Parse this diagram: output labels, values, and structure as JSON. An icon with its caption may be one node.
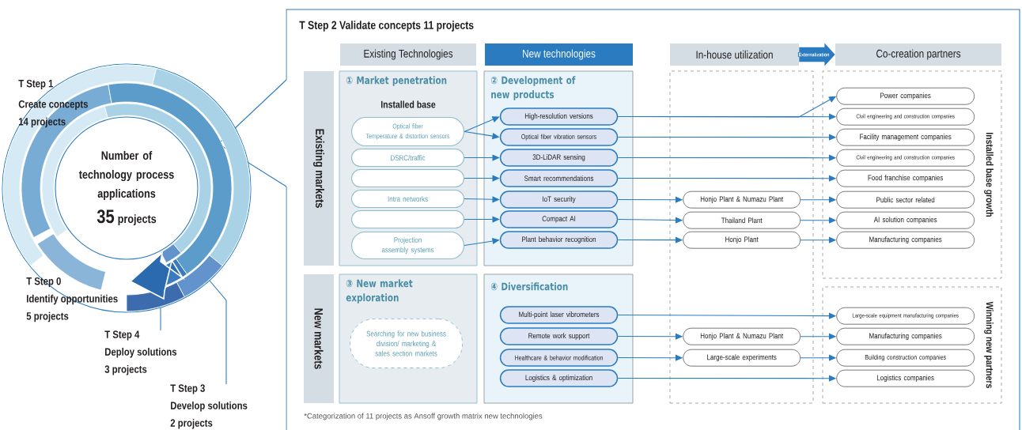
{
  "diagram": {
    "nodes": [
      {
        "text": [
          "Number of technology process applications",
          "35",
          "projects"
        ]
      },
      {
        "text": [
          "T Step 4",
          "Deploy solutions",
          "3 projects"
        ]
      },
      {
        "text": [
          "T Step 3",
          "Develop solutions",
          "2 projects"
        ]
      },
      {
        "text": [
          "T Step 2 Validate concepts 11 projects"
        ]
      },
      {
        "text": [
          "Existing Technologies"
        ],
        "in": 3
      },
      {
        "text": [
          "New technologies"
        ],
        "in": 3
      },
      {
        "text": [
          "In-house utilization"
        ],
        "in": 3
      },
      {
        "text": [
          "Co-creation partners"
        ],
        "in": 3
      },
      {
        "text": [
          "Existing markets"
        ],
        "in": 3
      },
      {
        "text": [
          "New markets"
        ],
        "in": 3
      },
      {
        "text": [
          "① Market penetration",
          "Installed base"
        ],
        "in": 3
      },
      {
        "text": [
          "② Development of new products"
        ],
        "in": 3
      },
      {
        "text": [
          "③ New market exploration"
        ],
        "in": 3
      },
      {
        "text": [
          "④ Diversification"
        ],
        "in": 3
      },
      {
        "text": [],
        "shape": "box",
        "in": 3
      },
      {
        "text": [
          "Installed base growth"
        ],
        "in": 3
      },
      {
        "text": [
          "Winning new partners"
        ],
        "in": 3
      },
      {
        "text": [
          "Optical fiber",
          "Temperature & distortion sensors"
        ],
        "in": 10
      },
      {
        "text": [
          "DSRC/traffic"
        ],
        "in": 10
      },
      {
        "text": [],
        "shape": "box",
        "in": 10
      },
      {
        "text": [
          "Intra networks"
        ],
        "in": 10
      },
      {
        "text": [],
        "shape": "box",
        "in": 10
      },
      {
        "text": [
          "Projection",
          "assembly systems"
        ],
        "in": 10
      },
      {
        "text": [
          "High-resolution versions"
        ],
        "in": 11
      },
      {
        "text": [
          "Optical fiber vibration sensors"
        ],
        "in": 11
      },
      {
        "text": [
          "3D-LiDAR sensing"
        ],
        "in": 11
      },
      {
        "text": [
          "Smart recommendations"
        ],
        "in": 11
      },
      {
        "text": [
          "IoT security"
        ],
        "in": 11
      },
      {
        "text": [
          "Compact AI"
        ],
        "in": 11
      },
      {
        "text": [
          "Plant behavior recognition"
        ],
        "in": 11
      },
      {
        "text": [
          "Searching for new business division/ marketing & sales section markets"
        ],
        "in": 12
      },
      {
        "text": [
          "Multi-point laser vibrometers"
        ],
        "in": 13
      },
      {
        "text": [
          "Remote work support"
        ],
        "in": 13
      },
      {
        "text": [
          "Healthcare & behavior modification"
        ],
        "in": 13
      },
      {
        "text": [
          "Logistics & optimization"
        ],
        "in": 13
      },
      {
        "text": [
          "Honjo Plant & Numazu Plant"
        ],
        "in": 14
      },
      {
        "text": [
          "Thailand Plant"
        ],
        "in": 14
      },
      {
        "text": [
          "Honjo Plant"
        ],
        "in": 14
      },
      {
        "text": [
          "Honjo Plant & Numazu Plant"
        ],
        "in": 14
      },
      {
        "text": [
          "Large-scale experiments"
        ],
        "in": 14
      },
      {
        "text": [
          "Power companies"
        ],
        "in": 15
      },
      {
        "text": [
          "Civil engineering and construction companies"
        ],
        "in": 15
      },
      {
        "text": [
          "Facility management companies"
        ],
        "in": 15
      },
      {
        "text": [
          "Civil engineering and construction companies"
        ],
        "in": 15
      },
      {
        "text": [
          "Food franchise companies"
        ],
        "in": 15
      },
      {
        "text": [
          "Public sector related"
        ],
        "in": 15
      },
      {
        "text": [
          "AI solution companies"
        ],
        "in": 15
      },
      {
        "text": [
          "Manufacturing companies"
        ],
        "in": 15
      },
      {
        "text": [
          "Large-scale equipment manufacturing companies"
        ],
        "in": 16
      },
      {
        "text": [
          "Manufacturing companies"
        ],
        "in": 16
      },
      {
        "text": [
          "Building construction companies"
        ],
        "in": 16
      },
      {
        "text": [
          "Logistics companies"
        ],
        "in": 16
      }
    ],
    "edges": [
      {
        "from": 17,
        "to": 23,
        "arrow": "to"
      },
      {
        "from": 17,
        "to": 24,
        "arrow": "to"
      },
      {
        "from": 18,
        "to": 25,
        "arrow": "to"
      },
      {
        "from": 19,
        "to": 26,
        "arrow": "to"
      },
      {
        "from": 20,
        "to": 27,
        "arrow": "to"
      },
      {
        "from": 21,
        "to": 28,
        "arrow": "to"
      },
      {
        "from": 22,
        "to": 29,
        "arrow": "to"
      },
      {
        "from": 23,
        "to": 40,
        "arrow": "to"
      },
      {
        "from": 23,
        "to": 41,
        "arrow": "to"
      },
      {
        "from": 24,
        "to": 42,
        "arrow": "to"
      },
      {
        "from": 25,
        "to": 43,
        "arrow": "to"
      },
      {
        "from": 26,
        "to": 44,
        "arrow": "to"
      },
      {
        "from": 27,
        "to": 35,
        "arrow": "to"
      },
      {
        "from": 35,
        "to": 45,
        "arrow": "to"
      },
      {
        "from": 28,
        "to": 36,
        "arrow": "to"
      },
      {
        "from": 36,
        "to": 46,
        "arrow": "to"
      },
      {
        "from": 29,
        "to": 37,
        "arrow": "to"
      },
      {
        "from": 37,
        "to": 47,
        "arrow": "to"
      },
      {
        "from": 31,
        "to": 48,
        "arrow": "to"
      },
      {
        "from": 32,
        "to": 38,
        "arrow": "to"
      },
      {
        "from": 38,
        "to": 49,
        "arrow": "to"
      },
      {
        "from": 33,
        "to": 39,
        "arrow": "to"
      },
      {
        "from": 39,
        "to": 50,
        "arrow": "to"
      },
      {
        "from": 34,
        "to": 51,
        "arrow": "to"
      },
      {
        "from": 1,
        "to": 0,
        "arrow": "none"
      },
      {
        "from": 2,
        "to": 0,
        "arrow": "none"
      },
      {
        "from": 6,
        "to": 7,
        "arrow": "to",
        "label": "Externalization",
        "style": "thick"
      }
    ],
    "labels": [
      "T Step 1",
      "Create concepts",
      "14 projects",
      "T Step 0",
      "Identify opportunities",
      "5 projects",
      "*Categorization of 11 projects as Ansoff growth matrix new technologies"
    ]
  }
}
